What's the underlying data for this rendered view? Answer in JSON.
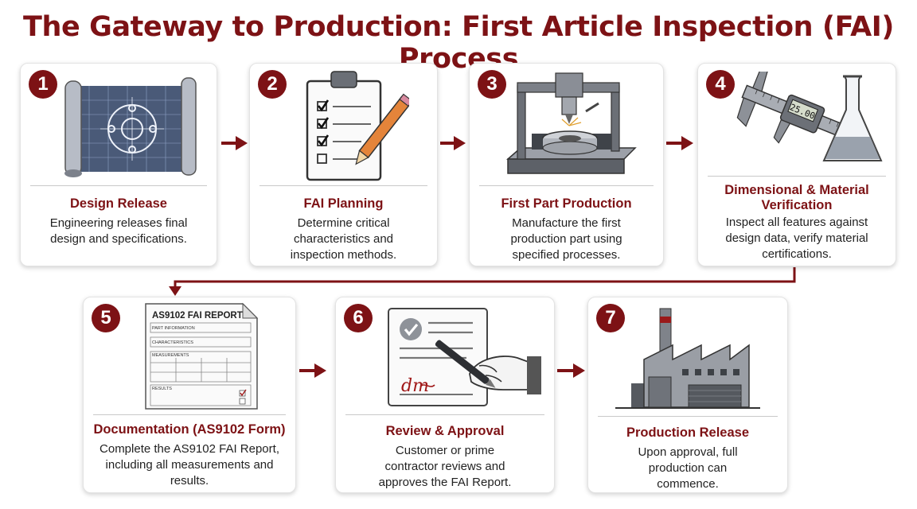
{
  "title": "The Gateway to Production: First Article Inspection (FAI) Process",
  "colors": {
    "accent": "#7d1215",
    "card_border": "#e3e3e3",
    "text": "#222222"
  },
  "steps": [
    {
      "number": "1",
      "title": "Design Release",
      "description": "Engineering releases final design and specifications.",
      "icon": "blueprint-icon"
    },
    {
      "number": "2",
      "title": "FAI Planning",
      "description": "Determine critical characteristics and inspection methods.",
      "icon": "clipboard-checklist-icon"
    },
    {
      "number": "3",
      "title": "First Part Production",
      "description": "Manufacture the first production part using specified processes.",
      "icon": "cnc-machine-icon"
    },
    {
      "number": "4",
      "title": "Dimensional & Material Verification",
      "description": "Inspect all features against design data, verify material certifications.",
      "icon": "caliper-flask-icon"
    },
    {
      "number": "5",
      "title": "Documentation (AS9102 Form)",
      "description": "Complete the AS9102 FAI Report, including all measurements and results.",
      "icon": "report-form-icon"
    },
    {
      "number": "6",
      "title": "Review & Approval",
      "description": "Customer or prime contractor reviews and approves the FAI Report.",
      "icon": "signature-icon"
    },
    {
      "number": "7",
      "title": "Production Release",
      "description": "Upon approval, full production can commence.",
      "icon": "factory-icon"
    }
  ],
  "form": {
    "heading": "AS9102 FAI REPORT",
    "sections": [
      "PART INFORMATION",
      "CHARACTERISTICS",
      "MEASUREMENTS",
      "RESULTS"
    ]
  },
  "caliper_readout": "25.00",
  "signature_text": "dm"
}
